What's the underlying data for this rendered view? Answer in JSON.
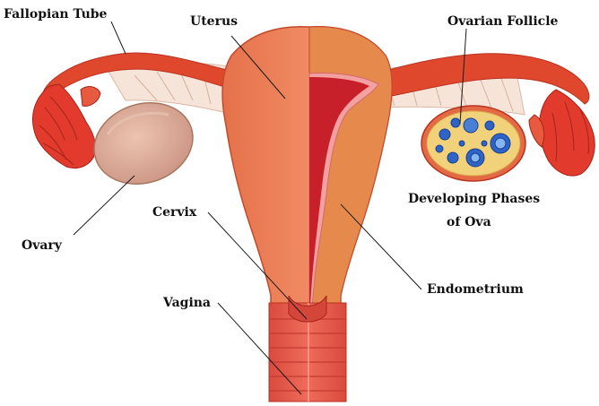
{
  "labels": {
    "fallopian_tube": "Fallopian Tube",
    "uterus": "Uterus",
    "ovarian_follicle": "Ovarian Follicle",
    "ovary": "Ovary",
    "cervix": "Cervix",
    "developing_phases_line1": "Developing Phases",
    "developing_phases_line2": "of Ova",
    "vagina": "Vagina",
    "endometrium": "Endometrium"
  },
  "colors": {
    "tube_red": "#e0482e",
    "uterus_outer": "#e36a45",
    "uterus_section": "#e58a4c",
    "cavity_red": "#c8202a",
    "endometrium_pink": "#f2a0a0",
    "ovary_left": "#d6a58e",
    "ovary_right_fill": "#f1d27a",
    "ovary_right_rim": "#e36a45",
    "follicle_blue": "#2e63c8",
    "ligament": "#f5e6dc",
    "leader_line": "#1a1a1a"
  }
}
